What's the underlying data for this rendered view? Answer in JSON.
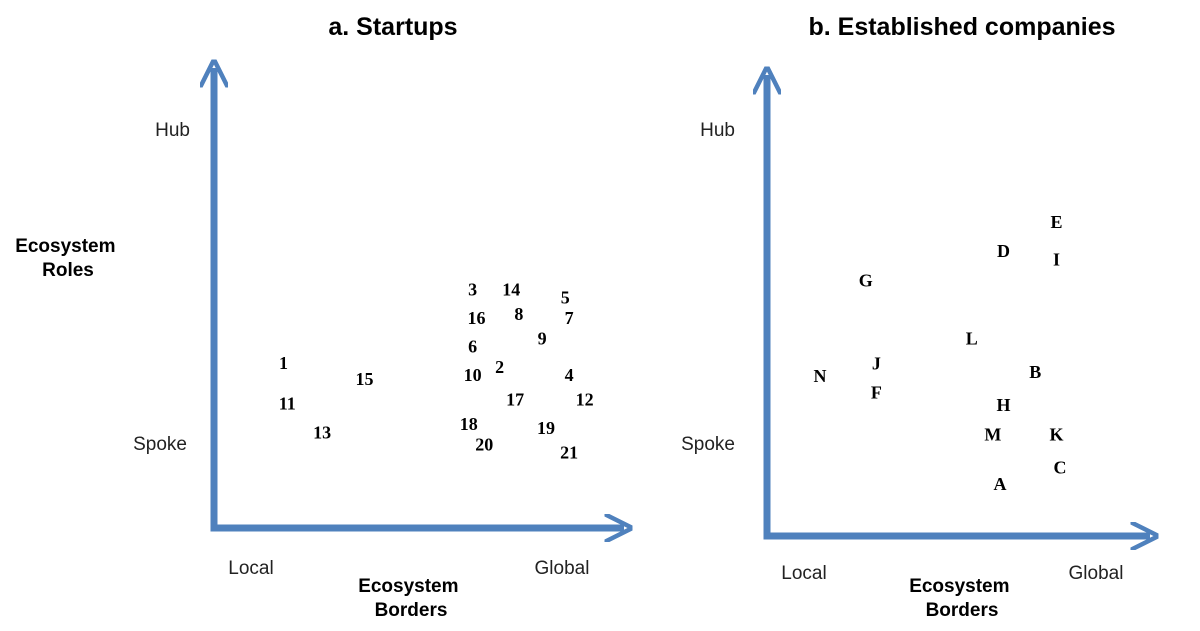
{
  "chart_data": [
    {
      "type": "scatter",
      "title": "a. Startups",
      "xlabel": "Ecosystem Borders",
      "ylabel": "Ecosystem Roles",
      "x_ticks": [
        "Local",
        "Global"
      ],
      "y_ticks": [
        "Spoke",
        "Hub"
      ],
      "xlim": [
        0,
        1
      ],
      "ylim": [
        0,
        1
      ],
      "grid": false,
      "points": [
        {
          "label": "1",
          "x": 0.18,
          "y": 0.4
        },
        {
          "label": "2",
          "x": 0.74,
          "y": 0.39
        },
        {
          "label": "3",
          "x": 0.67,
          "y": 0.58
        },
        {
          "label": "4",
          "x": 0.92,
          "y": 0.37
        },
        {
          "label": "5",
          "x": 0.91,
          "y": 0.56
        },
        {
          "label": "6",
          "x": 0.67,
          "y": 0.44
        },
        {
          "label": "7",
          "x": 0.92,
          "y": 0.51
        },
        {
          "label": "8",
          "x": 0.79,
          "y": 0.52
        },
        {
          "label": "9",
          "x": 0.85,
          "y": 0.46
        },
        {
          "label": "10",
          "x": 0.67,
          "y": 0.37
        },
        {
          "label": "11",
          "x": 0.19,
          "y": 0.3
        },
        {
          "label": "12",
          "x": 0.96,
          "y": 0.31
        },
        {
          "label": "13",
          "x": 0.28,
          "y": 0.23
        },
        {
          "label": "14",
          "x": 0.77,
          "y": 0.58
        },
        {
          "label": "15",
          "x": 0.39,
          "y": 0.36
        },
        {
          "label": "16",
          "x": 0.68,
          "y": 0.51
        },
        {
          "label": "17",
          "x": 0.78,
          "y": 0.31
        },
        {
          "label": "18",
          "x": 0.66,
          "y": 0.25
        },
        {
          "label": "19",
          "x": 0.86,
          "y": 0.24
        },
        {
          "label": "20",
          "x": 0.7,
          "y": 0.2
        },
        {
          "label": "21",
          "x": 0.92,
          "y": 0.18
        }
      ]
    },
    {
      "type": "scatter",
      "title": "b. Established companies",
      "xlabel": "Ecosystem Borders",
      "ylabel": "",
      "x_ticks": [
        "Local",
        "Global"
      ],
      "y_ticks": [
        "Spoke",
        "Hub"
      ],
      "xlim": [
        0,
        1
      ],
      "ylim": [
        0,
        1
      ],
      "grid": false,
      "points": [
        {
          "label": "A",
          "x": 0.66,
          "y": 0.12
        },
        {
          "label": "B",
          "x": 0.76,
          "y": 0.39
        },
        {
          "label": "C",
          "x": 0.83,
          "y": 0.16
        },
        {
          "label": "D",
          "x": 0.67,
          "y": 0.68
        },
        {
          "label": "E",
          "x": 0.82,
          "y": 0.75
        },
        {
          "label": "F",
          "x": 0.31,
          "y": 0.34
        },
        {
          "label": "G",
          "x": 0.28,
          "y": 0.61
        },
        {
          "label": "H",
          "x": 0.67,
          "y": 0.31
        },
        {
          "label": "I",
          "x": 0.82,
          "y": 0.66
        },
        {
          "label": "J",
          "x": 0.31,
          "y": 0.41
        },
        {
          "label": "K",
          "x": 0.82,
          "y": 0.24
        },
        {
          "label": "L",
          "x": 0.58,
          "y": 0.47
        },
        {
          "label": "M",
          "x": 0.64,
          "y": 0.24
        },
        {
          "label": "N",
          "x": 0.15,
          "y": 0.38
        }
      ]
    }
  ],
  "colors": {
    "axis": "#4f81bd"
  }
}
